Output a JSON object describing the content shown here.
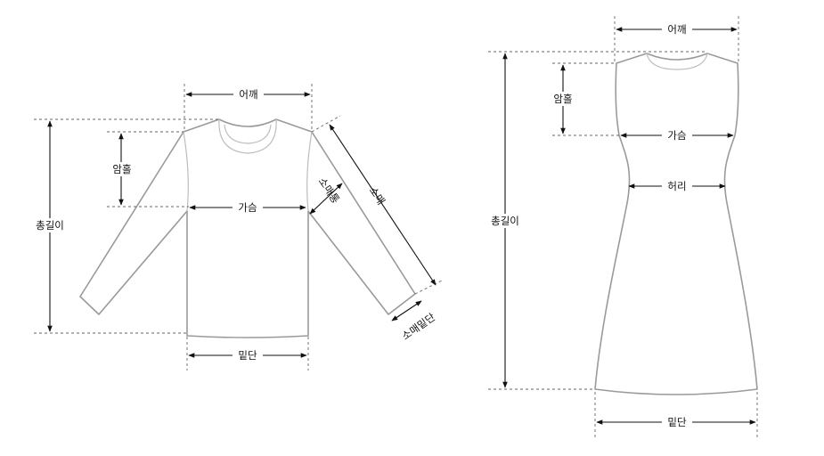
{
  "shirt": {
    "shoulder": "어깨",
    "armhole": "암홀",
    "total_length": "총길이",
    "chest": "가슴",
    "sleeve_width": "소매통",
    "sleeve_length": "소매",
    "sleeve_hem": "소매밑단",
    "hem": "밑단"
  },
  "dress": {
    "shoulder": "어깨",
    "armhole": "암홀",
    "total_length": "총길이",
    "chest": "가슴",
    "waist": "허리",
    "hem": "밑단"
  },
  "colors": {
    "outline": "#9a9a9a",
    "guide": "#666666",
    "arrow": "#111111",
    "background": "#ffffff"
  }
}
